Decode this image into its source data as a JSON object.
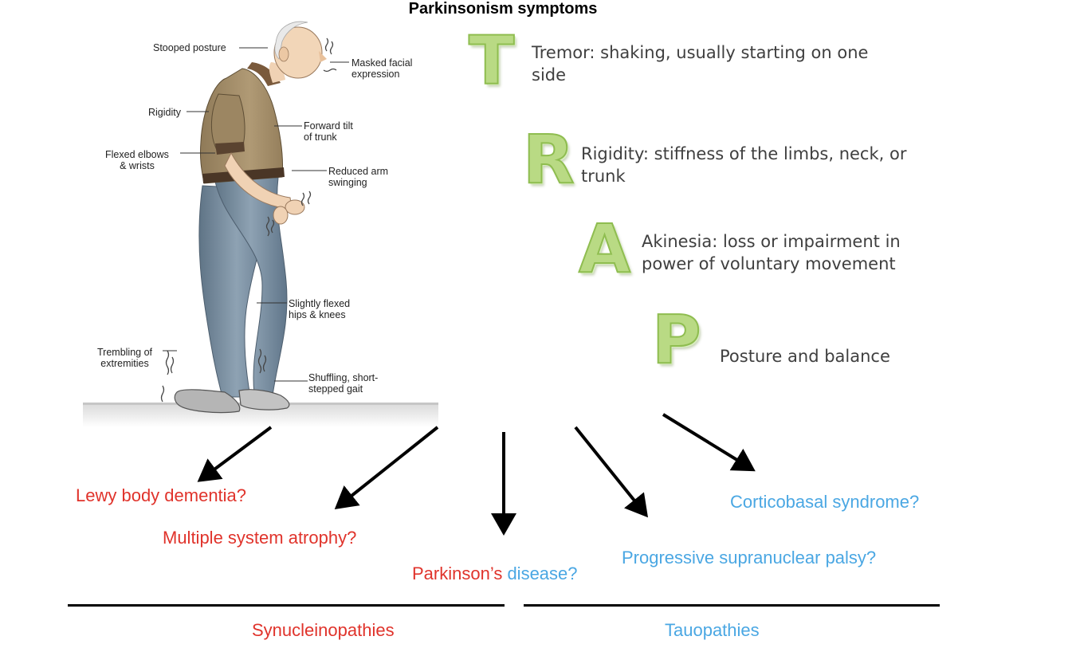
{
  "title": "Parkinsonism symptoms",
  "figure": {
    "labels": {
      "stooped_posture": "Stooped posture",
      "masked_facial": "Masked facial\nexpression",
      "rigidity": "Rigidity",
      "forward_tilt": "Forward tilt\nof trunk",
      "flexed_elbows": "Flexed elbows\n& wrists",
      "reduced_arm": "Reduced arm\nswinging",
      "slightly_flexed": "Slightly flexed\nhips & knees",
      "trembling": "Trembling of\nextremities",
      "shuffling": "Shuffling, short-\nstepped gait"
    }
  },
  "trap": [
    {
      "letter": "T",
      "text": "Tremor: shaking, usually starting on one side"
    },
    {
      "letter": "R",
      "text": "Rigidity: stiffness of the limbs, neck, or trunk"
    },
    {
      "letter": "A",
      "text": "Akinesia: loss or impairment in power of voluntary movement"
    },
    {
      "letter": "P",
      "text": "Posture and balance"
    }
  ],
  "diseases": {
    "lewy": "Lewy body dementia?",
    "msa": "Multiple system atrophy?",
    "pd_part1": "Parkinson’s",
    "pd_part2": " disease?",
    "psp": "Progressive supranuclear palsy?",
    "cbs": "Corticobasal syndrome?"
  },
  "groups": {
    "synucleinopathies": "Synucleinopathies",
    "tauopathies": "Tauopathies"
  },
  "colors": {
    "synuclein": "#e0332b",
    "tau": "#4aa7e3",
    "letter_fill": "#b9da84"
  }
}
